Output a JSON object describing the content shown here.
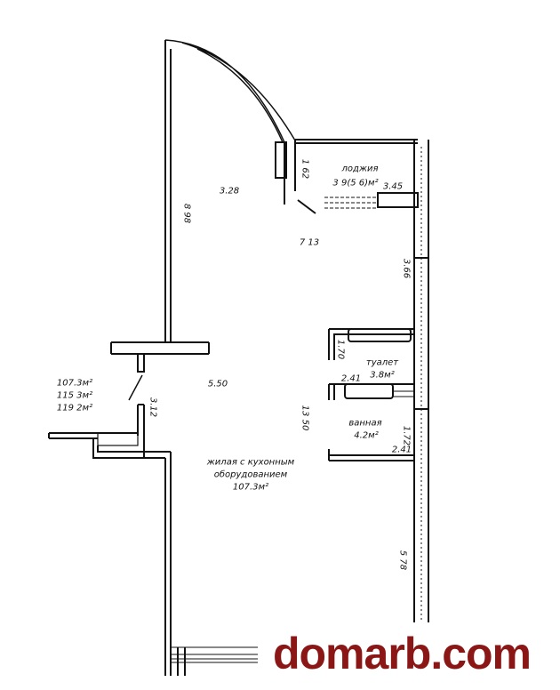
{
  "plan": {
    "areas_total": [
      "107.3м²",
      "115 3м²",
      "119 2м²"
    ],
    "dimensions": {
      "bay_width": "3.28",
      "left_wall": "8 98",
      "loggia_depth": "1 62",
      "loggia_width": "3.45",
      "room_width_upper": "7 13",
      "right_upper": "3.66",
      "toilet_depth": "1.70",
      "toilet_width": "2.41",
      "bath_depth": "1.72",
      "bath_width": "2.41",
      "room_width_mid": "5.50",
      "room_length": "13 50",
      "entrance_wall": "3.12",
      "right_lower": "5 78"
    },
    "rooms": {
      "loggia_name": "лоджия",
      "loggia_area": "3 9(5 6)м²",
      "toilet_name": "туалет",
      "toilet_area": "3.8м²",
      "bath_name": "ванная",
      "bath_area": "4.2м²",
      "living_name_1": "жилая с кухонным",
      "living_name_2": "оборудованием",
      "living_area": "107.3м²"
    }
  },
  "watermark": "domarb.com"
}
